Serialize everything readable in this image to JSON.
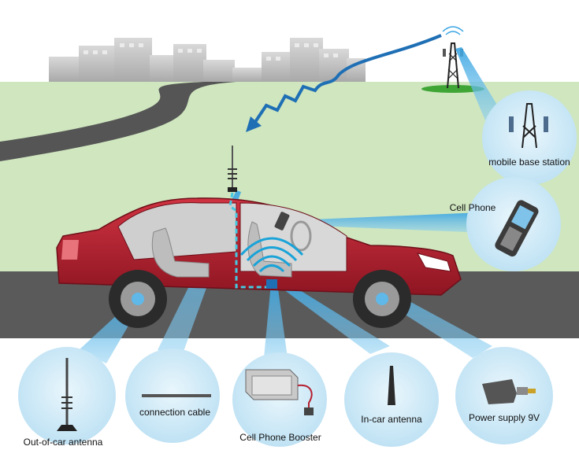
{
  "labels": {
    "mobile_base_station": "mobile base station",
    "cell_phone": "Cell Phone",
    "out_of_car_antenna": "Out-of-car antenna",
    "connection_cable": "connection cable",
    "cell_phone_booster": "Cell Phone Booster",
    "in_car_antenna": "In-car antenna",
    "power_supply": "Power supply 9V"
  },
  "colors": {
    "sky": "#ffffff",
    "grass": "#cfe6bf",
    "road": "#5a5a5a",
    "car_body": "#b41f2f",
    "signal": "#1f6fb5",
    "bubble": "#cfe9f6",
    "beam": "#5fb8e8",
    "cable": "#45c9e0"
  }
}
